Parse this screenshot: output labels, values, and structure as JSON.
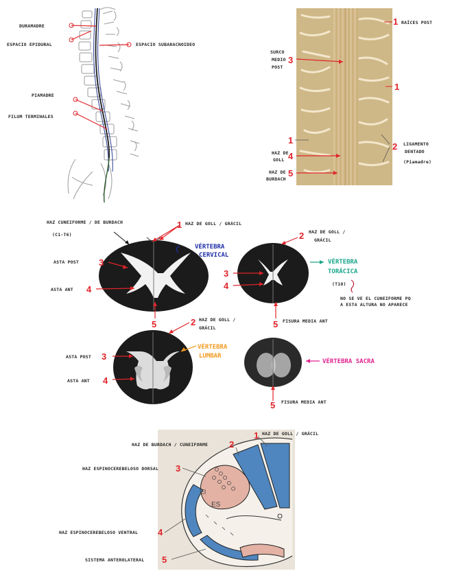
{
  "colors": {
    "red": "#e0242a",
    "blue": "#1f2ea8",
    "teal": "#1aa58a",
    "orange": "#f39a1f",
    "magenta": "#e0238f",
    "dark_red": "#b8001f",
    "tract_blue": "#4f86bf",
    "tract_pink": "#e3b2a4",
    "photo_bg": "#cfb887",
    "section_black": "#1b1b1b"
  },
  "panel1": {
    "labels": [
      "DURAMADRE",
      "ESPACIO EPIDURAL",
      "ESPACIO SUBARACNOIDEO",
      "PIAMADRE",
      "FILUM TERMINALES"
    ]
  },
  "panel2": {
    "labels": {
      "raices_post": "RAÍCES POST",
      "surco": [
        "SURCO",
        "MEDIO",
        "POST"
      ],
      "ligamento": [
        "LIGAMENTO",
        "DENTADO"
      ],
      "piamadre": "(Piamadre)",
      "goll": [
        "HAZ DE",
        "GOLL"
      ],
      "burdach": [
        "HAZ DE",
        "BURDACH"
      ]
    },
    "numbers": [
      "1",
      "3",
      "1",
      "1",
      "2",
      "4",
      "5"
    ]
  },
  "panel3": {
    "cervical": {
      "top_label": "HAZ CUNEIFORME / DE BURDACH",
      "top_label_sub": "(C1-T6)",
      "goll_label": "HAZ DE GOLL / GRÁCIL",
      "post": "ASTA POST",
      "ant": "ASTA ANT",
      "title": [
        "VÉRTEBRA",
        "CERVICAL"
      ],
      "nums": [
        "1",
        "3",
        "4",
        "5"
      ]
    },
    "toracica": {
      "goll_label": [
        "HAZ DE GOLL /",
        "GRÁCIL"
      ],
      "fisura": "FISURA MEDIA ANT",
      "title": [
        "VÉRTEBRA",
        "TORÁCICA"
      ],
      "level": "(T10)",
      "note": [
        "NO SE VE EL CUNEIFORME PQ",
        "A ESTA ALTURA NO APARECE"
      ],
      "nums": [
        "2",
        "3",
        "4",
        "5"
      ]
    },
    "lumbar": {
      "goll_label": [
        "HAZ DE GOLL /",
        "GRÁCIL"
      ],
      "post": "ASTA POST",
      "ant": "ASTA ANT",
      "title": [
        "VÉRTEBRA",
        "LUMBAR"
      ],
      "nums": [
        "2",
        "3",
        "4"
      ]
    },
    "sacra": {
      "title": "VÉRTEBRA SACRA",
      "fisura": "FISURA MEDIA ANT",
      "nums": [
        "5"
      ]
    }
  },
  "panel4": {
    "burdach": "HAZ DE BURDACH / CUNEIFORME",
    "goll": "HAZ DE GOLL / GRÁCIL",
    "dorsal": "HAZ ESPINOCEREBELOSO DORSAL",
    "ventral": "HAZ ESPINOCEREBELOSO VENTRAL",
    "antero": "SISTEMA ANTEROLATERAL",
    "ei": "EI",
    "es": "ES",
    "nums": [
      "1",
      "2",
      "3",
      "4",
      "5"
    ]
  }
}
